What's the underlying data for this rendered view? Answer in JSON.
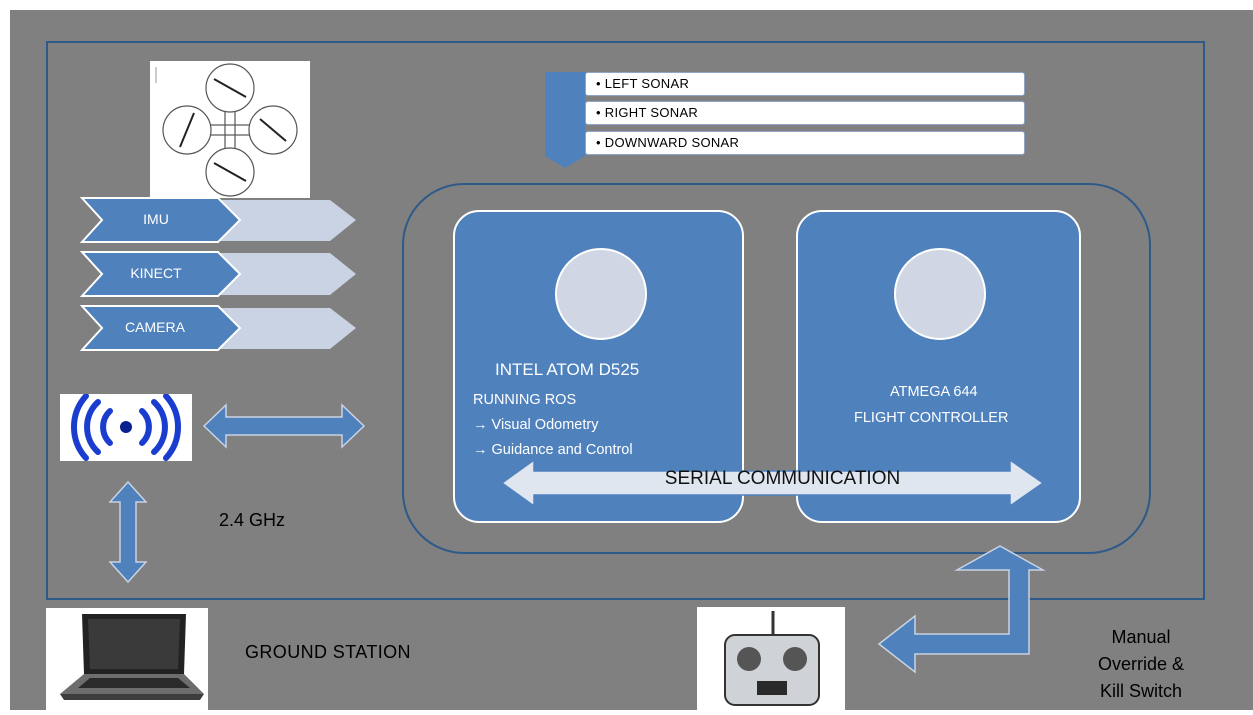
{
  "sonar_list": {
    "items": [
      "• LEFT SONAR",
      "• RIGHT SONAR",
      "• DOWNWARD SONAR"
    ]
  },
  "sensors": {
    "items": [
      "IMU",
      "KINECT",
      "CAMERA"
    ]
  },
  "onboard_computer": {
    "title": "INTEL ATOM D525",
    "subtitle": "RUNNING ROS",
    "tasks": [
      "→ Visual Odometry",
      "→ Guidance and Control"
    ]
  },
  "flight_controller": {
    "title": "ATMEGA 644",
    "subtitle": "FLIGHT CONTROLLER"
  },
  "serial_link": {
    "label": "SERIAL COMMUNICATION"
  },
  "wireless": {
    "frequency_label": "2.4 GHz"
  },
  "ground_station": {
    "label": "GROUND STATION"
  },
  "rc_transmitter": {
    "label_lines": [
      "Manual",
      "Override &",
      "Kill Switch"
    ]
  },
  "colors": {
    "background": "#808080",
    "frame": "#2e5a8a",
    "block_fill": "#4f81bd",
    "chevron_light": "#c9d3e3",
    "arrow_fill": "#4f81bd"
  }
}
